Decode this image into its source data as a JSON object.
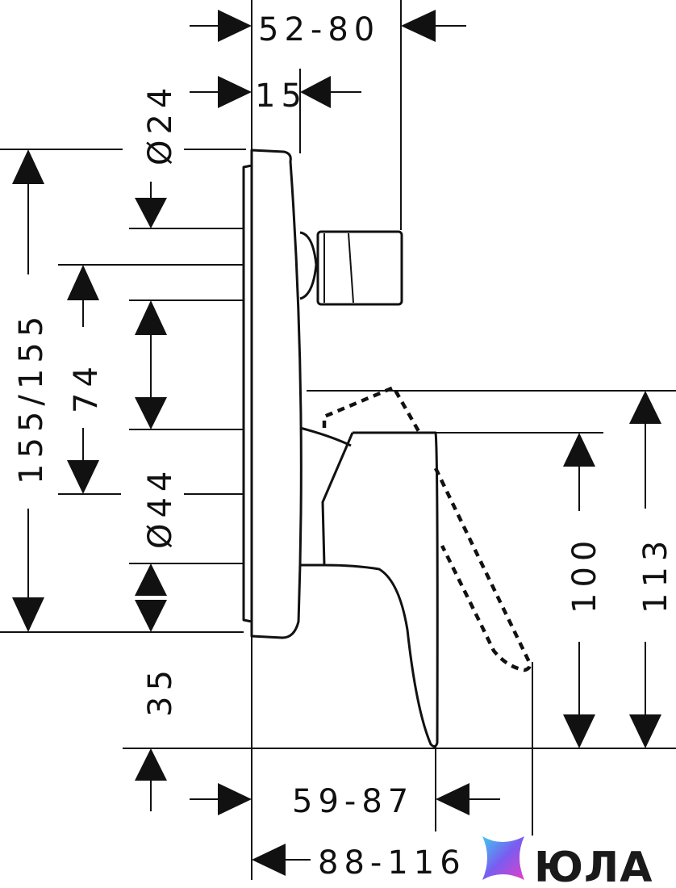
{
  "dimensions": {
    "d_52_80": "52-80",
    "d_15": "15",
    "d_dia24": "Ø24",
    "d_155_155": "155/155",
    "d_74": "74",
    "d_dia44": "Ø44",
    "d_35": "35",
    "d_100": "100",
    "d_113": "113",
    "d_59_87": "59-87",
    "d_88_116": "88-116"
  },
  "logo": {
    "text": "ЮЛА",
    "gradient_colors": [
      "#3ec8f0",
      "#7a5cf0",
      "#e040c8"
    ]
  }
}
